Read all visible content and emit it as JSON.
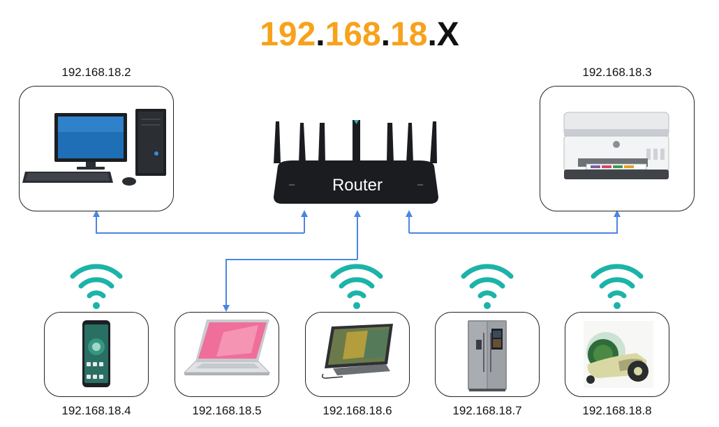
{
  "title": {
    "octet1": "192",
    "sep1": ".",
    "octet2": "168",
    "sep2": ".",
    "octet3": "18",
    "sep3": ".",
    "host": "X"
  },
  "colors": {
    "title_octets": "#f7a21b",
    "title_dark": "#111111",
    "arrows": "#4a86e0",
    "wifi": "#1cb3a8",
    "router_body": "#1a1c20"
  },
  "router": {
    "label": "Router",
    "icon": "wifi-router-icon"
  },
  "devices": {
    "desktop": {
      "ip": "192.168.18.2",
      "icon": "desktop-computer-icon"
    },
    "printer": {
      "ip": "192.168.18.3",
      "icon": "printer-icon"
    },
    "phone": {
      "ip": "192.168.18.4",
      "icon": "smartphone-icon"
    },
    "laptop": {
      "ip": "192.168.18.5",
      "icon": "laptop-icon"
    },
    "tablet": {
      "ip": "192.168.18.6",
      "icon": "tablet-icon"
    },
    "fridge": {
      "ip": "192.168.18.7",
      "icon": "smart-fridge-icon"
    },
    "robot": {
      "ip": "192.168.18.8",
      "icon": "robot-device-icon"
    }
  }
}
